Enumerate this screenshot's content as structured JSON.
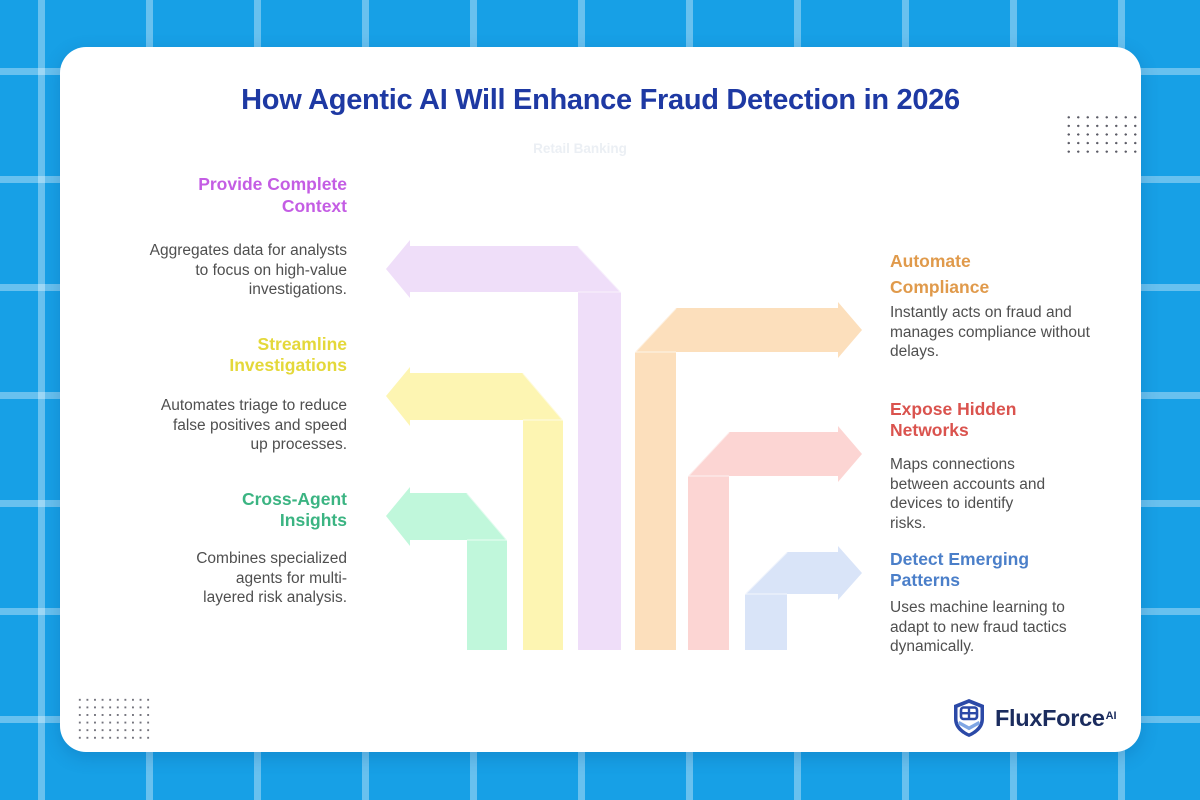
{
  "title": "How Agentic AI Will Enhance Fraud Detection in 2026",
  "watermark": "Retail Banking",
  "sections": [
    {
      "heading": "Provide Complete\nContext",
      "body": "Aggregates data for analysts\nto focus on high-value\ninvestigations.",
      "heading_color": "#c45de4",
      "arrow_color": "#efdef9",
      "side": "left"
    },
    {
      "heading": "Streamline\nInvestigations",
      "body": "Automates triage to reduce\nfalse positives and speed\nup processes.",
      "heading_color": "#e4d83a",
      "arrow_color": "#fdf5b2",
      "side": "left"
    },
    {
      "heading": "Cross-Agent\nInsights",
      "body": "Combines specialized\nagents for multi-\nlayered risk analysis.",
      "heading_color": "#3bb482",
      "arrow_color": "#c0f7db",
      "side": "left"
    },
    {
      "heading": "Automate\nCompliance",
      "body": "Instantly acts on fraud and\nmanages compliance without\ndelays.",
      "heading_color": "#e09a4b",
      "arrow_color": "#fcdfbc",
      "side": "right"
    },
    {
      "heading": "Expose Hidden\nNetworks",
      "body": "Maps connections\nbetween accounts and\ndevices to identify\nrisks.",
      "heading_color": "#da534e",
      "arrow_color": "#fcd5d3",
      "side": "right"
    },
    {
      "heading": "Detect Emerging\nPatterns",
      "body": "Uses machine learning to\nadapt to new fraud tactics\ndynamically.",
      "heading_color": "#4b7fc9",
      "arrow_color": "#d9e4f8",
      "side": "right"
    }
  ],
  "brand": {
    "name": "FluxForce",
    "suffix": "AI"
  },
  "colors": {
    "background": "#17a0e6",
    "grid_line": "#6cc3ef",
    "card": "#ffffff",
    "title": "#1e39a3",
    "body_text": "#4f4f4f",
    "logo_navy": "#1b2c5e",
    "logo_shield_blue": "#2b49a7",
    "logo_shield_light_blue": "#7fa6e4"
  }
}
